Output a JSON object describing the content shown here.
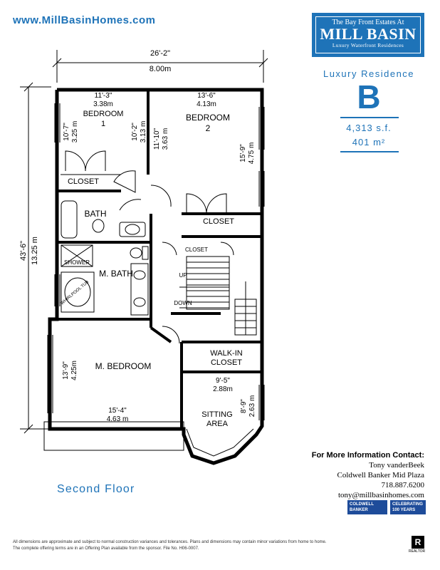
{
  "header": {
    "url": "www.MillBasinHomes.com"
  },
  "logo": {
    "top": "The Bay Front Estates At",
    "main": "MILL BASIN",
    "sub": "Luxury Waterfront Residences"
  },
  "residence": {
    "label": "Luxury Residence",
    "letter": "B",
    "sqft": "4,313 s.f.",
    "sqm": "401 m²"
  },
  "floor_title": "Second Floor",
  "dimensions": {
    "overall_width_ft": "26'-2\"",
    "overall_width_m": "8.00m",
    "overall_depth_ft": "43'-6\"",
    "overall_depth_m": "13.25 m"
  },
  "rooms": {
    "bedroom1": {
      "name_a": "BEDROOM",
      "name_b": "1",
      "width_ft": "11'-3\"",
      "width_m": "3.38m",
      "depth1_ft": "10'-7\"",
      "depth1_m": "3.25 m",
      "depth2_ft": "10'-2\"",
      "depth2_m": "3.13 m"
    },
    "bedroom2": {
      "name_a": "BEDROOM",
      "name_b": "2",
      "width_ft": "13'-6\"",
      "width_m": "4.13m",
      "depth1_ft": "11'-10\"",
      "depth1_m": "3.63 m",
      "depth2_ft": "15'-9\"",
      "depth2_m": "4.75 m"
    },
    "closet1": "CLOSET",
    "closet2": "CLOSET",
    "closet3": "CLOSET",
    "bath": "BATH",
    "shower": "SHOWER",
    "whirlpool": "WHIRLPOOL TUB",
    "master_bath": "M. BATH",
    "stairs_up": "UP",
    "stairs_down": "DOWN",
    "master_bedroom": {
      "name": "M. BEDROOM",
      "depth_ft": "13'-9\"",
      "depth_m": "4.25m",
      "width_ft": "15'-4\"",
      "width_m": "4.63 m"
    },
    "walk_in": {
      "name_a": "WALK-IN",
      "name_b": "CLOSET"
    },
    "sitting": {
      "name_a": "SITTING",
      "name_b": "AREA",
      "width_ft": "9'-5\"",
      "width_m": "2.88m",
      "depth_ft": "8'-9\"",
      "depth_m": "2.63 m"
    }
  },
  "contact": {
    "heading": "For More Information Contact:",
    "name": "Tony vanderBeek",
    "company": "Coldwell Banker Mid Plaza",
    "phone": "718.887.6200",
    "email": "tony@millbasinhomes.com"
  },
  "badges": {
    "coldwell_a": "COLDWELL",
    "coldwell_b": "BANKER",
    "celebrating": "CELEBRATING",
    "years": "100 YEARS"
  },
  "realtor": {
    "mark": "R",
    "label": "REALTOR"
  },
  "disclaimer": {
    "line1": "All dimensions are approximate and subject to normal construction variances and tolerances. Plans and dimensions may contain minor variations from home to home.",
    "line2": "The complete offering terms are in an Offering Plan available from the sponsor.  File No. H06-0007."
  },
  "colors": {
    "brand_blue": "#1e73b8",
    "badge_blue": "#1e4c9a"
  }
}
